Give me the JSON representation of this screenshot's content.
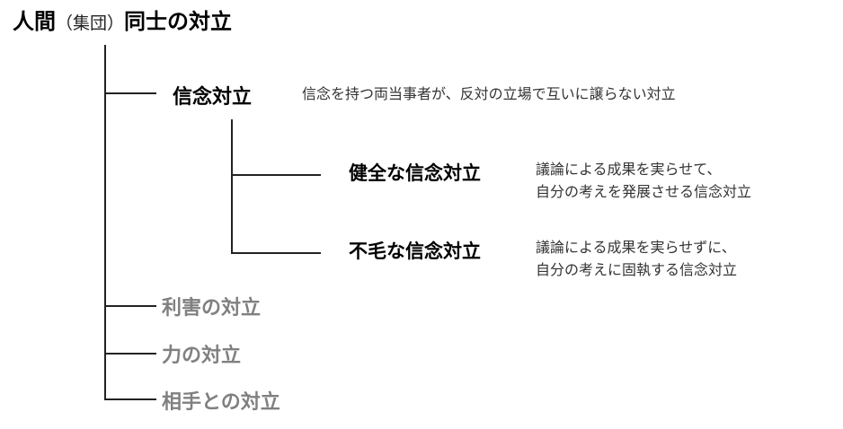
{
  "root": {
    "main": "人間",
    "paren": "（集団）",
    "rest": "同士の対立"
  },
  "belief": {
    "label": "信念対立",
    "desc": "信念を持つ両当事者が、反対の立場で互いに譲らない対立",
    "healthy": {
      "label": "健全な信念対立",
      "desc1": "議論による成果を実らせて、",
      "desc2": "自分の考えを発展させる信念対立"
    },
    "barren": {
      "label": "不毛な信念対立",
      "desc1": "議論による成果を実らせずに、",
      "desc2": "自分の考えに固執する信念対立"
    }
  },
  "others": [
    "利害の対立",
    "力の対立",
    "相手との対立"
  ],
  "colors": {
    "line": "#222222",
    "inactive_text": "#808080"
  }
}
